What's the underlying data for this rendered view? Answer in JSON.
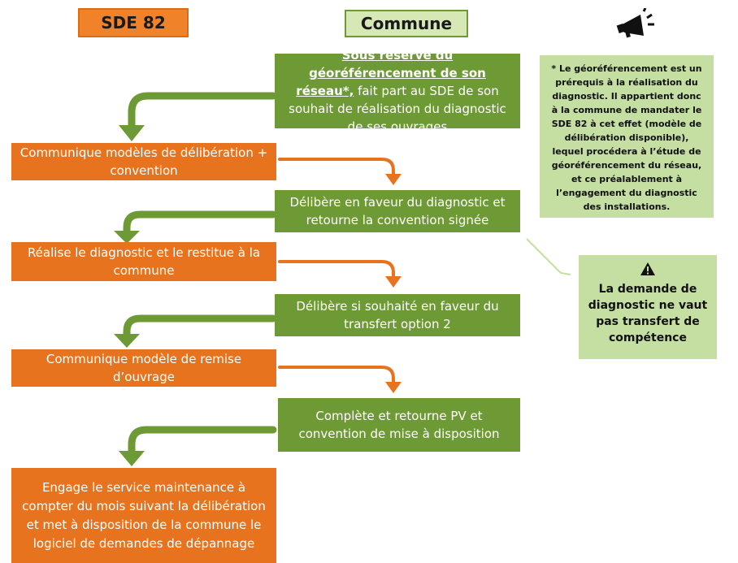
{
  "headers": {
    "sde": "SDE 82",
    "commune": "Commune"
  },
  "colors": {
    "orange": "#e8731e",
    "green": "#6e9a36",
    "note_bg": "#c5dfa3",
    "sde_header_bg": "#f0822a",
    "commune_header_bg": "#d6e8b5"
  },
  "icons": {
    "announcement": "megaphone-icon",
    "warning": "warning-triangle-icon"
  },
  "steps": {
    "commune_1_underlined": "Sous réserve du géoréférencement de son réseau*,",
    "commune_1_rest": " fait part au SDE de son souhait de réalisation du diagnostic de ses ouvrages",
    "sde_1": "Communique modèles de délibération + convention",
    "commune_2": "Délibère en faveur du diagnostic et retourne la convention signée",
    "sde_2": "Réalise le diagnostic et le restitue à la commune",
    "commune_3": "Délibère si souhaité en faveur du transfert option 2",
    "sde_3": "Communique modèle de remise d’ouvrage",
    "commune_4": "Complète et retourne PV et convention de mise à disposition",
    "sde_4": "Engage le service maintenance à compter du mois suivant la délibération et met à disposition de la commune le logiciel de demandes de dépannage"
  },
  "notes": {
    "georef": "* Le géoréférencement est un prérequis à la réalisation du diagnostic. Il appartient donc à la commune de mandater le SDE 82 à cet effet (modèle de délibération disponible), lequel procédera à l’étude de géoréférencement du réseau, et ce préalablement à l’engagement du diagnostic des installations.",
    "warning": "La demande de diagnostic ne vaut pas transfert de compétence"
  }
}
